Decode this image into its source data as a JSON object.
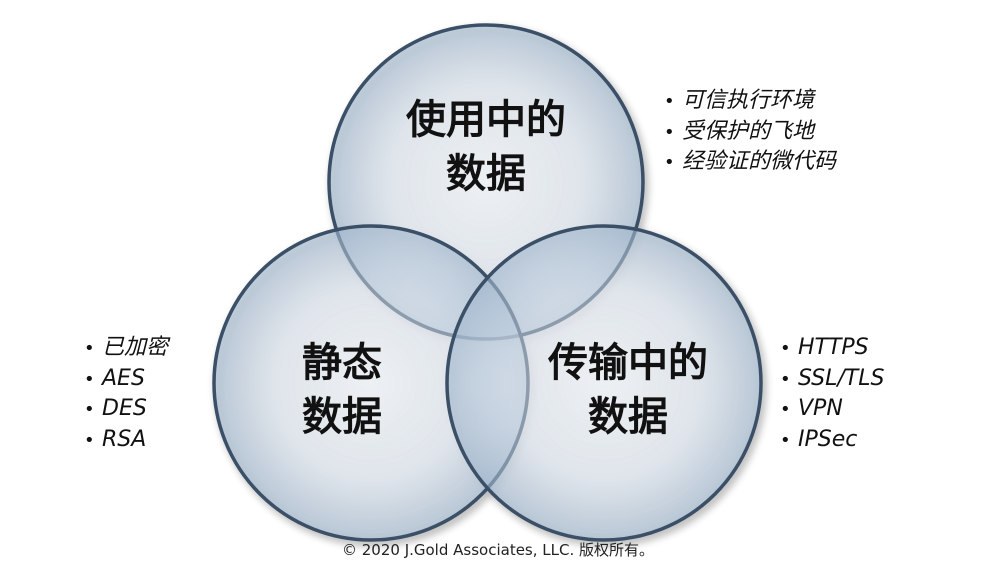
{
  "circles": {
    "in_use": {
      "line1": "使用中的",
      "line2": "数据"
    },
    "at_rest": {
      "line1": "静态",
      "line2": "数据"
    },
    "in_transit": {
      "line1": "传输中的",
      "line2": "数据"
    }
  },
  "bullets": {
    "in_use": [
      "可信执行环境",
      "受保护的飞地",
      "经验证的微代码"
    ],
    "at_rest": [
      "已加密",
      "AES",
      "DES",
      "RSA"
    ],
    "in_transit": [
      "HTTPS",
      "SSL/TLS",
      "VPN",
      "IPSec"
    ]
  },
  "bullet_symbol": "•",
  "copyright": "© 2020 J.Gold Associates, LLC. 版权所有。",
  "colors": {
    "circle_fill_center": "#f2f6fb",
    "circle_fill_edge": "#9fb6cd",
    "circle_stroke": "#3a4f66",
    "text": "#111111"
  }
}
